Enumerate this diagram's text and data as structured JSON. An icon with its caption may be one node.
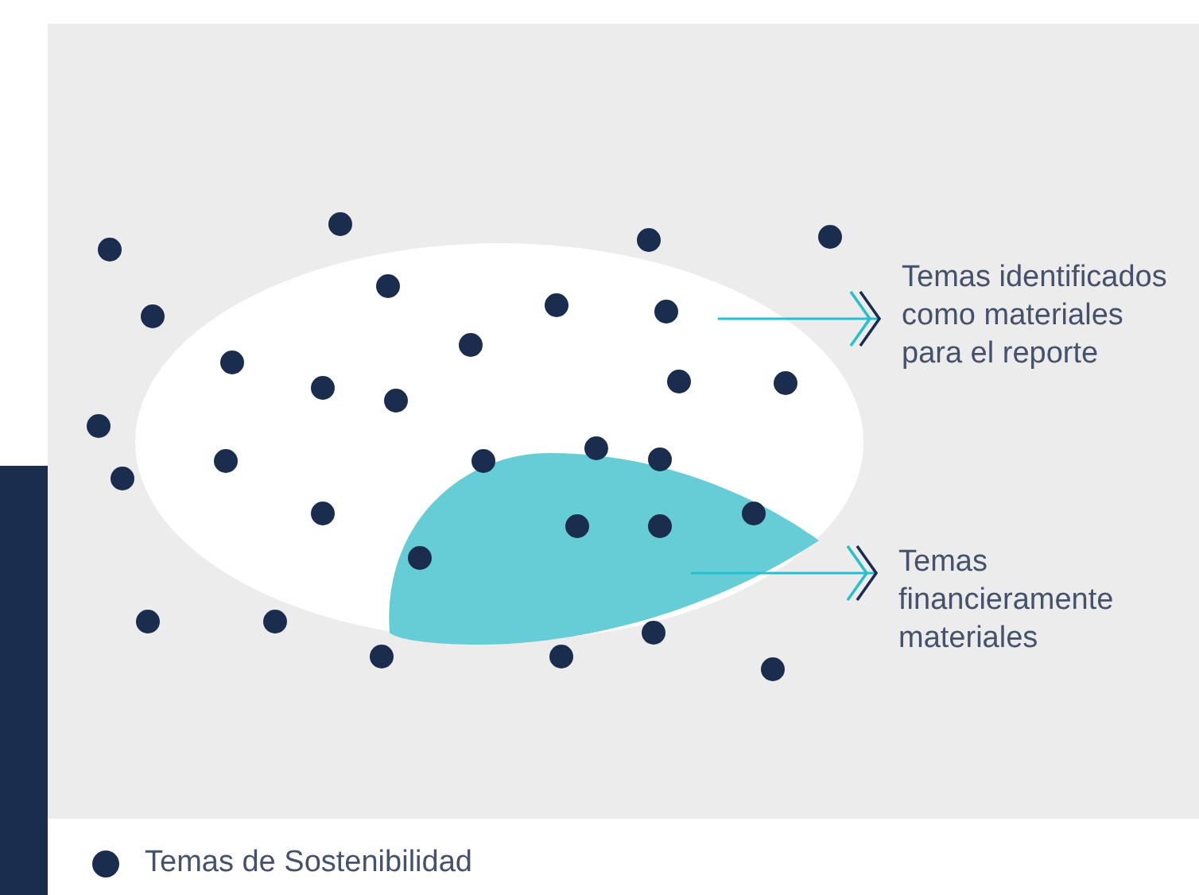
{
  "diagram": {
    "nodes": [
      {
        "text": [],
        "shape": "bar"
      },
      {
        "text": [],
        "shape": "ellipse"
      },
      {
        "text": [],
        "shape": "drop",
        "in": 1
      },
      {
        "text": [
          "Temas identificados como materiales para el reporte"
        ]
      },
      {
        "text": [
          "Temas financieramente materiales"
        ]
      }
    ],
    "edges": [
      {
        "from": 1,
        "to": 3,
        "arrow": "to"
      },
      {
        "from": 2,
        "to": 4,
        "arrow": "to"
      }
    ],
    "legend": [
      {
        "text": "Temas de Sostenibilidad"
      }
    ]
  }
}
